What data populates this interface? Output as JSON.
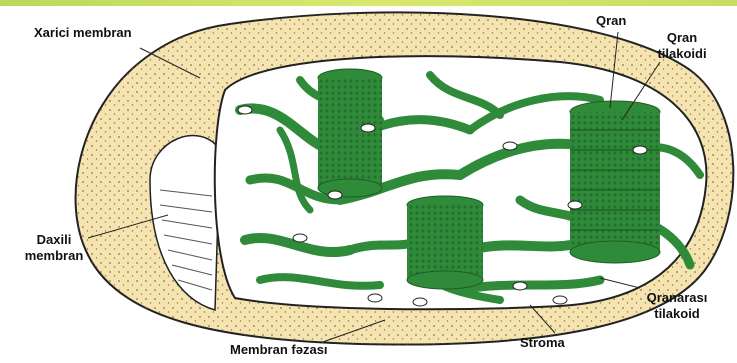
{
  "labels": {
    "xarici_membran": "Xarici membran",
    "qran": "Qran",
    "qran_tilakoidi_line1": "Qran",
    "qran_tilakoidi_line2": "tilakoidi",
    "daxili_membran_line1": "Daxili",
    "daxili_membran_line2": "membran",
    "qranarasi_line1": "Qranarası",
    "qranarasi_line2": "tilakoid",
    "membran_fezasi": "Membran fəzası",
    "stroma": "Stroma"
  },
  "colors": {
    "top_bar": "#c6de62",
    "outer_membrane": "#f5e3b0",
    "thylakoid_green": "#2f8a3a",
    "thylakoid_dark": "#1d5e26",
    "outline": "#222222"
  }
}
